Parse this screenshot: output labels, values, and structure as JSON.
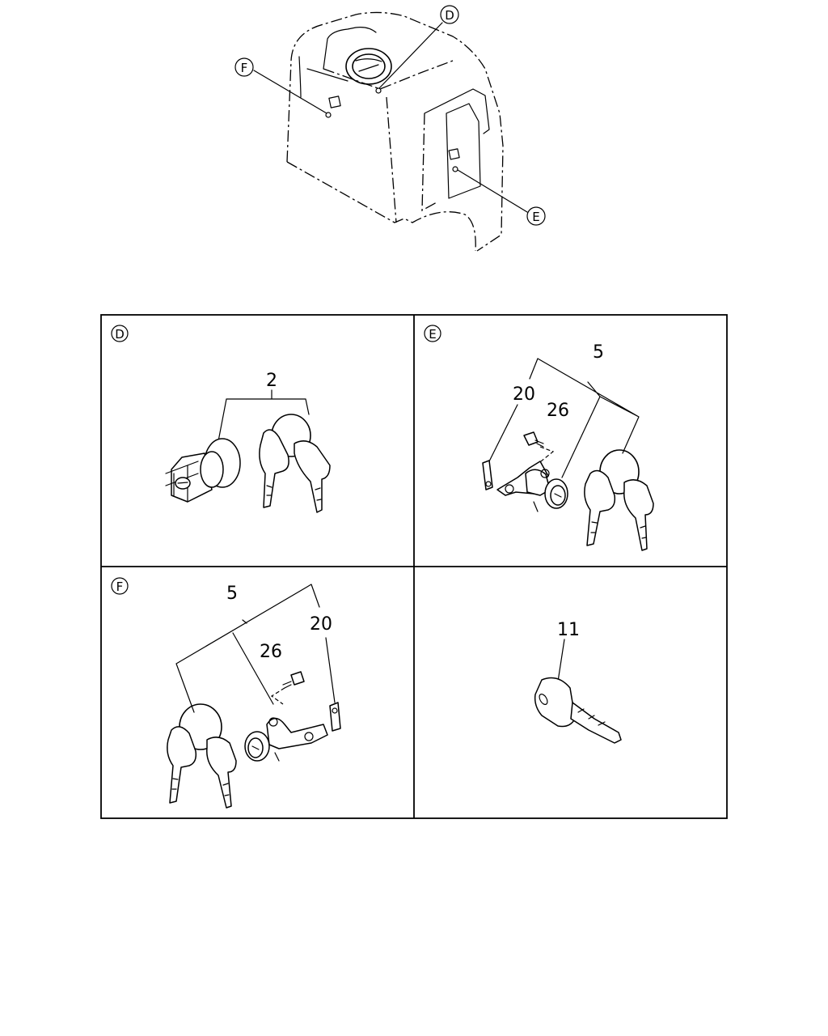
{
  "callouts": {
    "d": "D",
    "e": "E",
    "f": "F"
  },
  "panels": [
    {
      "letter": "D",
      "parts": [
        "2"
      ]
    },
    {
      "letter": "E",
      "parts": [
        "5",
        "20",
        "26"
      ]
    },
    {
      "letter": "F",
      "parts": [
        "5",
        "26",
        "20"
      ]
    },
    {
      "letter": "",
      "parts": [
        "11"
      ]
    }
  ]
}
